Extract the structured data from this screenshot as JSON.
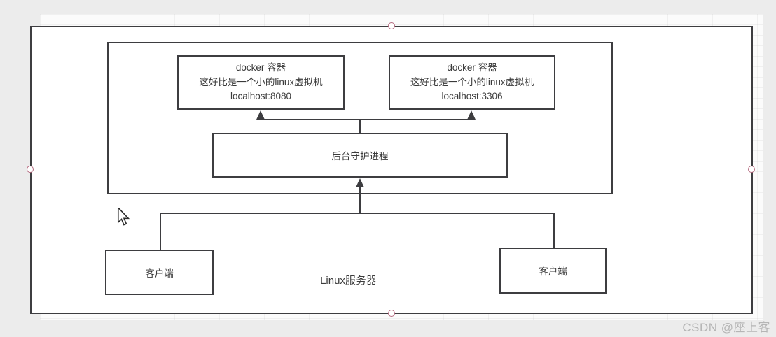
{
  "nodes": {
    "docker_left": {
      "title": "docker 容器",
      "desc": "这好比是一个小的linux虚拟机",
      "address": "localhost:8080"
    },
    "docker_right": {
      "title": "docker 容器",
      "desc": "这好比是一个小的linux虚拟机",
      "address": "localhost:3306"
    },
    "daemon": {
      "label": "后台守护进程"
    },
    "client_left": {
      "label": "客户端"
    },
    "client_right": {
      "label": "客户端"
    }
  },
  "labels": {
    "server": "Linux服务器"
  },
  "watermark": {
    "text": "CSDN @座上客"
  },
  "colors": {
    "stroke": "#3d3d40",
    "text": "#3a3a3a",
    "selection_handle": "#b5697f",
    "canvas_background": "#ececec",
    "watermark": "#b5b5b5"
  }
}
